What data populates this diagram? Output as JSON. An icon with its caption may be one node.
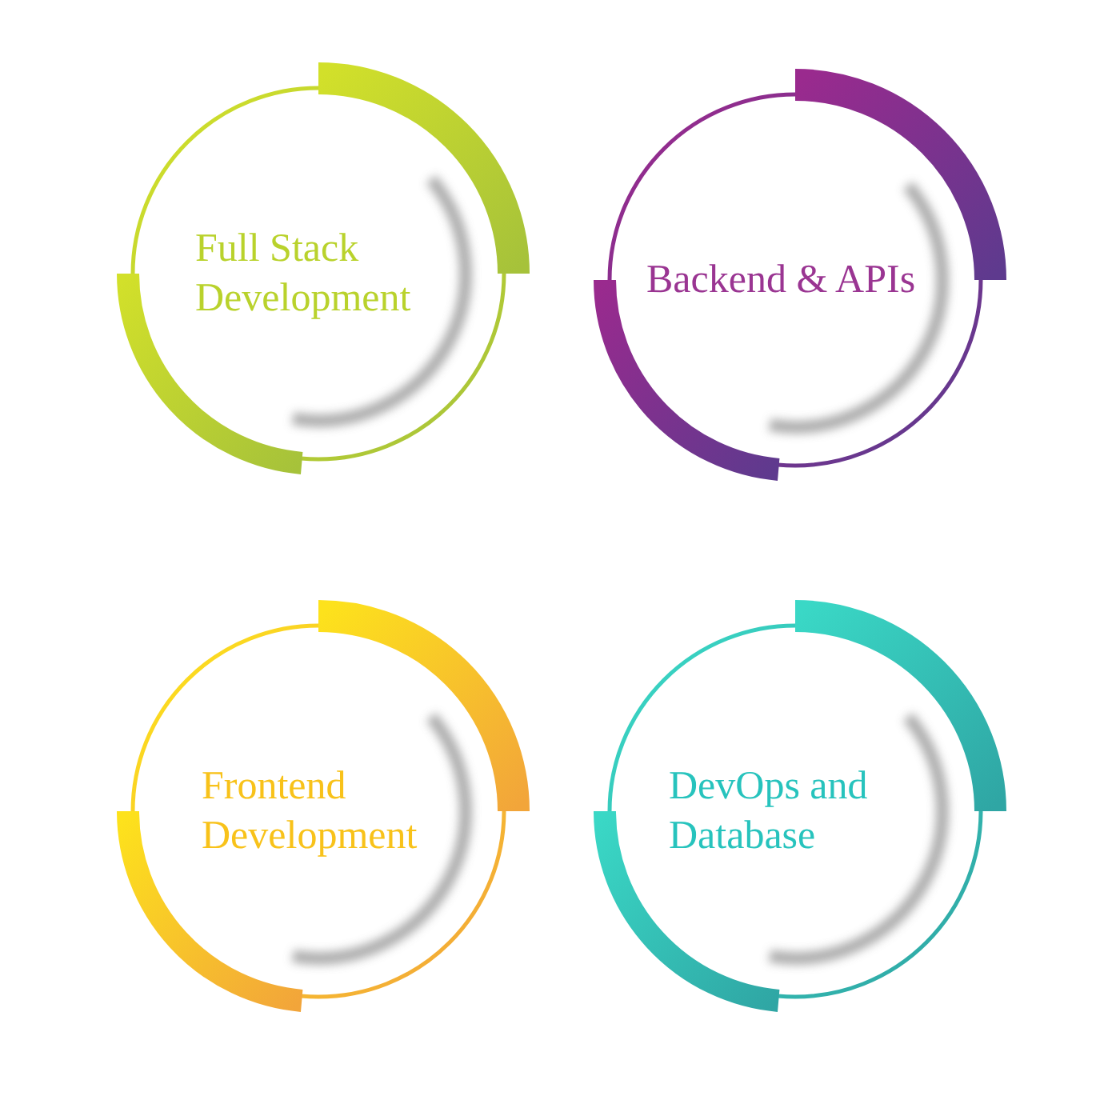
{
  "diagram": {
    "nodes": [
      {
        "text": [
          "Full Stack Development"
        ]
      },
      {
        "text": [
          "Backend & APIs"
        ]
      },
      {
        "text": [
          "Frontend Development"
        ]
      },
      {
        "text": [
          "DevOps and Database"
        ]
      }
    ]
  }
}
